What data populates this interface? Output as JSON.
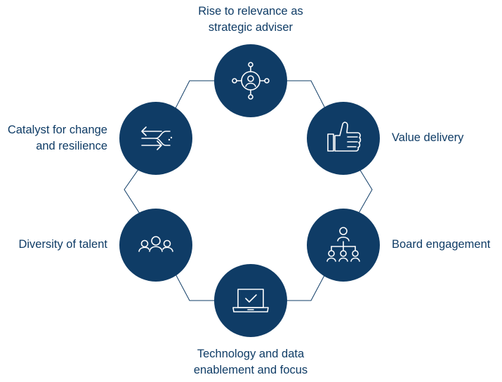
{
  "colors": {
    "node": "#0f3c66",
    "icon": "#ffffff",
    "text": "#0f3c66"
  },
  "nodes": [
    {
      "id": "rise",
      "icon": "network-person-icon",
      "label_lines": [
        "Rise to relevance as",
        "strategic adviser"
      ]
    },
    {
      "id": "value",
      "icon": "thumbs-up-icon",
      "label_lines": [
        "Value delivery"
      ]
    },
    {
      "id": "board",
      "icon": "org-chart-icon",
      "label_lines": [
        "Board engagement"
      ]
    },
    {
      "id": "technology",
      "icon": "laptop-check-icon",
      "label_lines": [
        "Technology and data",
        "enablement and focus"
      ]
    },
    {
      "id": "diversity",
      "icon": "group-people-icon",
      "label_lines": [
        "Diversity of talent"
      ]
    },
    {
      "id": "catalyst",
      "icon": "arrows-merge-icon",
      "label_lines": [
        "Catalyst for change",
        "and resilience"
      ]
    }
  ]
}
